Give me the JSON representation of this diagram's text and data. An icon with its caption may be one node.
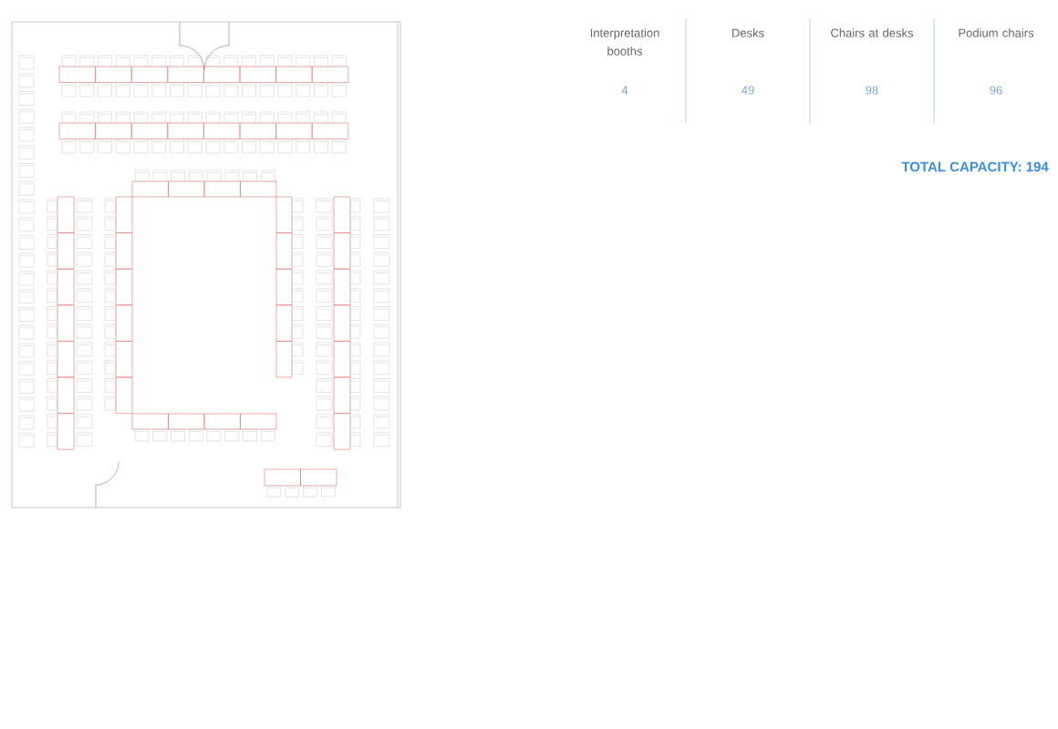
{
  "diagram": {
    "labels": [
      "Interpretation booths",
      "Desks",
      "Chairs at desks",
      "Podium chairs",
      "4",
      "49",
      "98",
      "96",
      "TOTAL CAPACITY: 194"
    ]
  }
}
